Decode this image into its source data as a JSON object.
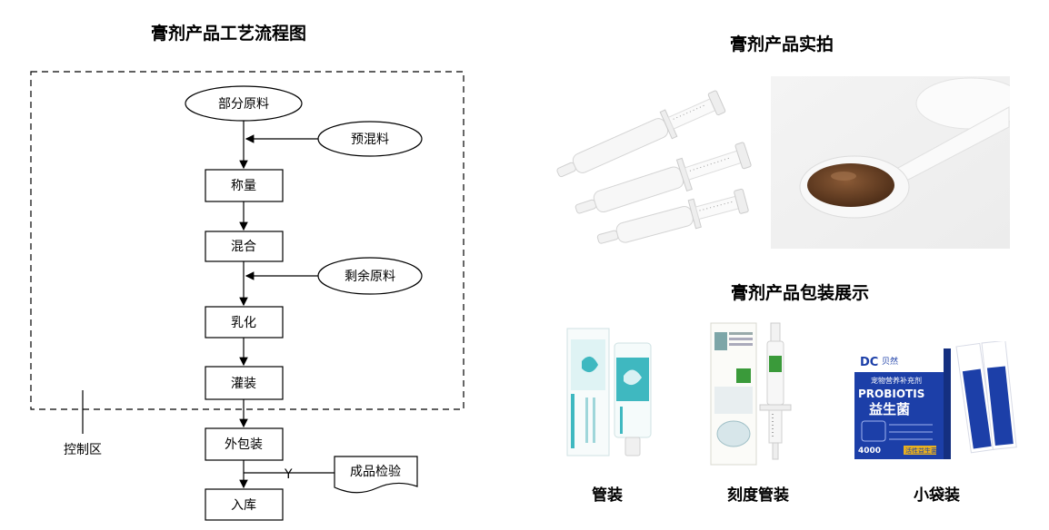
{
  "left": {
    "title": "膏剂产品工艺流程图",
    "control_zone_label": "控制区",
    "nodes": {
      "partial_raw": "部分原料",
      "premix": "预混料",
      "weighing": "称量",
      "mixing": "混合",
      "remaining_raw": "剩余原料",
      "emulsify": "乳化",
      "filling": "灌装",
      "outer_pack": "外包装",
      "inspection": "成品检验",
      "warehouse": "入库"
    },
    "inspection_edge_label": "Y"
  },
  "right": {
    "photo_title": "膏剂产品实拍",
    "packaging_title": "膏剂产品包装展示",
    "captions": {
      "tube": "管装",
      "scaled_tube": "刻度管装",
      "sachet": "小袋装"
    },
    "box_texts": {
      "brand": "DC",
      "brand_cn": "贝然",
      "subtitle": "宠物营养补充剂",
      "probiotics": "PROBIOTIS",
      "probiotics_cn": "益生菌",
      "count": "4000",
      "strap": "活性益生菌"
    }
  },
  "colors": {
    "line": "#000000",
    "tube_teal": "#3fb8c0",
    "box_blue": "#1c3fa8",
    "paste_brown": "#5e3a20",
    "box_green": "#3a9a3a"
  }
}
